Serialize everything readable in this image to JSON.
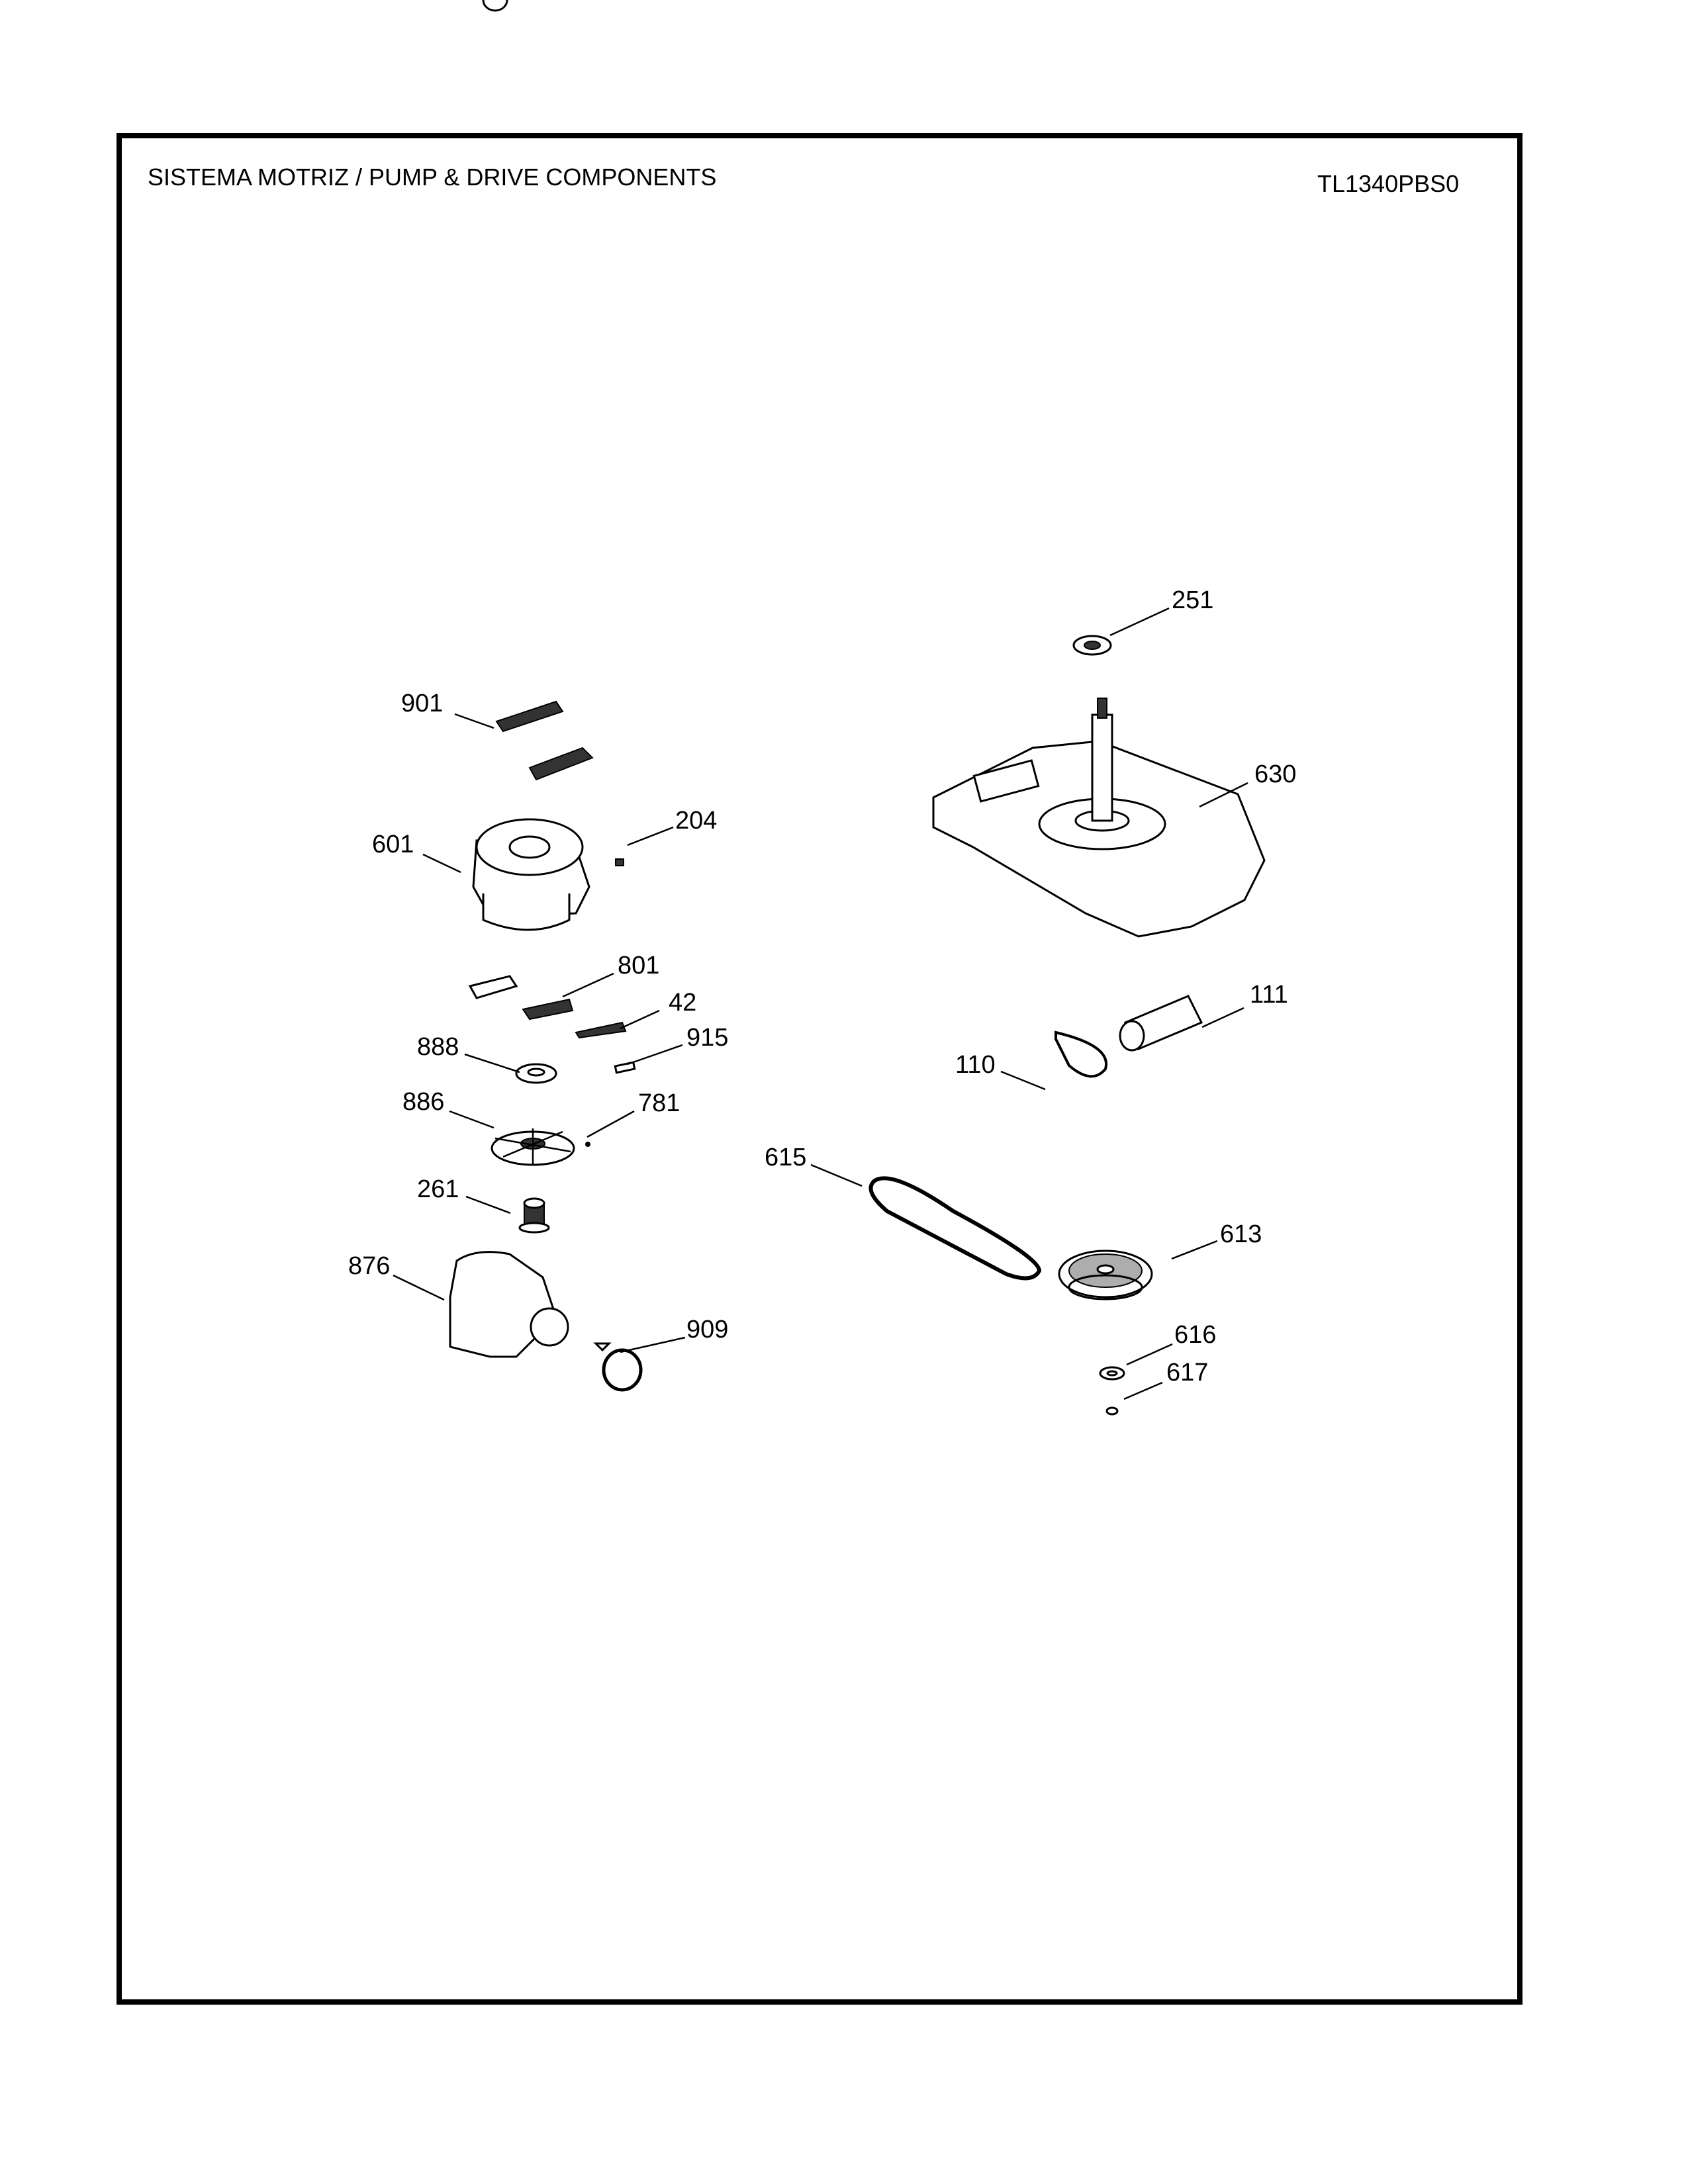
{
  "header": {
    "title": "SISTEMA MOTRIZ / PUMP  &  DRIVE COMPONENTS",
    "model": "TL1340PBS0"
  },
  "callouts": {
    "p251": "251",
    "p630": "630",
    "p901": "901",
    "p204": "204",
    "p601": "601",
    "p801": "801",
    "p42": "42",
    "p888": "888",
    "p915": "915",
    "p886": "886",
    "p781": "781",
    "p261": "261",
    "p876": "876",
    "p909": "909",
    "p111": "111",
    "p110": "110",
    "p615": "615",
    "p613": "613",
    "p616": "616",
    "p617": "617"
  }
}
